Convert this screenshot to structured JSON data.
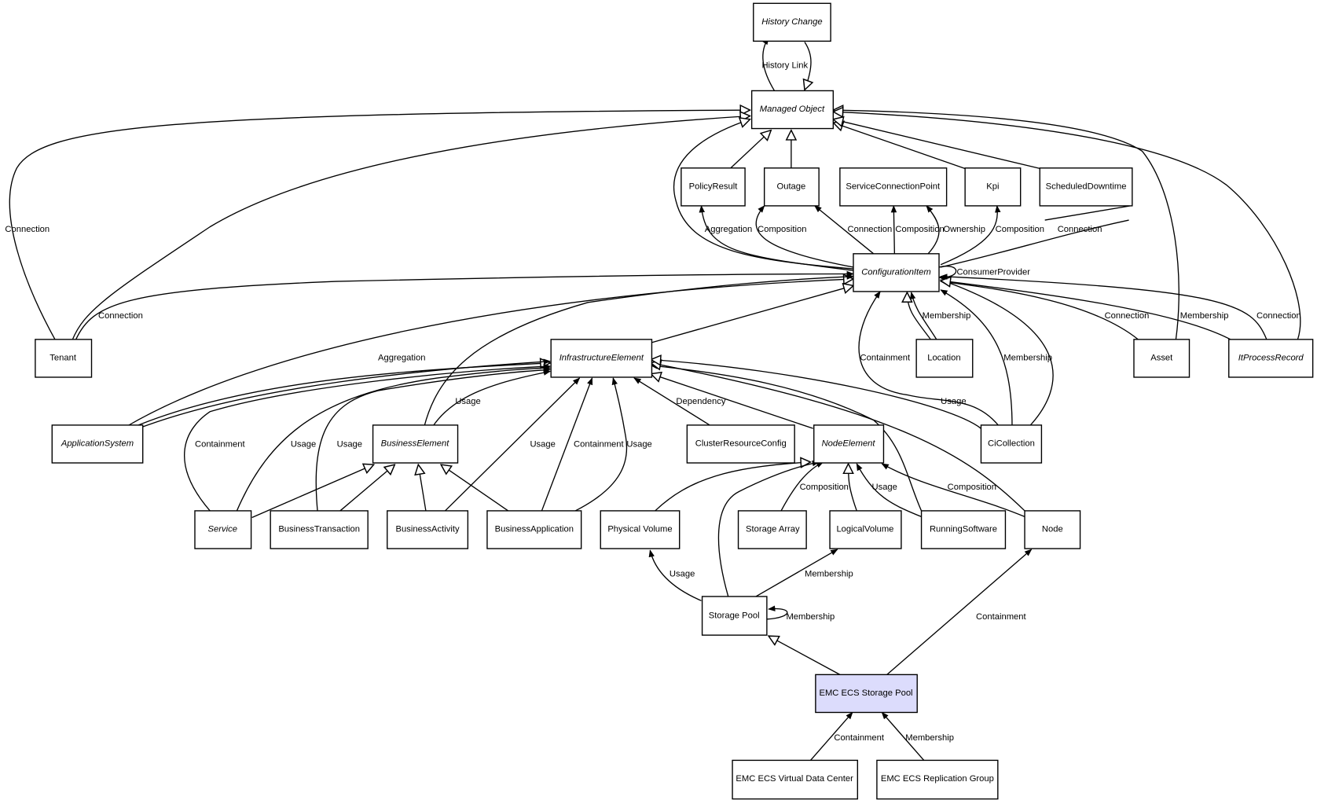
{
  "diagram": {
    "title": "EMC ECS Storage Pool class relationships",
    "highlight_color": "#dcdcfc",
    "nodes": [
      {
        "id": "history_change",
        "label": "History Change",
        "abstract": true
      },
      {
        "id": "managed_object",
        "label": "Managed Object",
        "abstract": true
      },
      {
        "id": "policy_result",
        "label": "PolicyResult",
        "abstract": false
      },
      {
        "id": "outage",
        "label": "Outage",
        "abstract": false
      },
      {
        "id": "scp",
        "label": "ServiceConnectionPoint",
        "abstract": false
      },
      {
        "id": "kpi",
        "label": "Kpi",
        "abstract": false
      },
      {
        "id": "sched",
        "label": "ScheduledDowntime",
        "abstract": false
      },
      {
        "id": "ci",
        "label": "ConfigurationItem",
        "abstract": true
      },
      {
        "id": "tenant",
        "label": "Tenant",
        "abstract": false
      },
      {
        "id": "infra",
        "label": "InfrastructureElement",
        "abstract": true
      },
      {
        "id": "location",
        "label": "Location",
        "abstract": false
      },
      {
        "id": "asset",
        "label": "Asset",
        "abstract": false
      },
      {
        "id": "itpr",
        "label": "ItProcessRecord",
        "abstract": true
      },
      {
        "id": "appsys",
        "label": "ApplicationSystem",
        "abstract": true
      },
      {
        "id": "bizel",
        "label": "BusinessElement",
        "abstract": true
      },
      {
        "id": "crc",
        "label": "ClusterResourceConfig",
        "abstract": false
      },
      {
        "id": "nodeel",
        "label": "NodeElement",
        "abstract": true
      },
      {
        "id": "cicoll",
        "label": "CiCollection",
        "abstract": false
      },
      {
        "id": "service",
        "label": "Service",
        "abstract": true
      },
      {
        "id": "biztx",
        "label": "BusinessTransaction",
        "abstract": false
      },
      {
        "id": "bizact",
        "label": "BusinessActivity",
        "abstract": false
      },
      {
        "id": "bizapp",
        "label": "BusinessApplication",
        "abstract": false
      },
      {
        "id": "physvol",
        "label": "Physical Volume",
        "abstract": false
      },
      {
        "id": "starray",
        "label": "Storage Array",
        "abstract": false
      },
      {
        "id": "logvol",
        "label": "LogicalVolume",
        "abstract": false
      },
      {
        "id": "runsw",
        "label": "RunningSoftware",
        "abstract": false
      },
      {
        "id": "node",
        "label": "Node",
        "abstract": false
      },
      {
        "id": "stpool",
        "label": "Storage Pool",
        "abstract": false
      },
      {
        "id": "ecspool",
        "label": "EMC ECS Storage Pool",
        "abstract": false,
        "highlight": true
      },
      {
        "id": "ecsvdc",
        "label": "EMC ECS Virtual Data Center",
        "abstract": false
      },
      {
        "id": "ecsrg",
        "label": "EMC ECS Replication Group",
        "abstract": false
      }
    ],
    "edge_labels": [
      "History Link",
      "Connection",
      "Connection",
      "Aggregation",
      "Composition",
      "Connection",
      "Composition",
      "Ownership",
      "Composition",
      "Connection",
      "ConsumerProvider",
      "Membership",
      "Connection",
      "Membership",
      "Connection",
      "Aggregation",
      "Usage",
      "Containment",
      "Membership",
      "Dependency",
      "Usage",
      "Containment",
      "Usage",
      "Usage",
      "Usage",
      "Containment",
      "Usage",
      "Composition",
      "Usage",
      "Composition",
      "Usage",
      "Membership",
      "Membership",
      "Containment",
      "Containment",
      "Membership"
    ]
  }
}
